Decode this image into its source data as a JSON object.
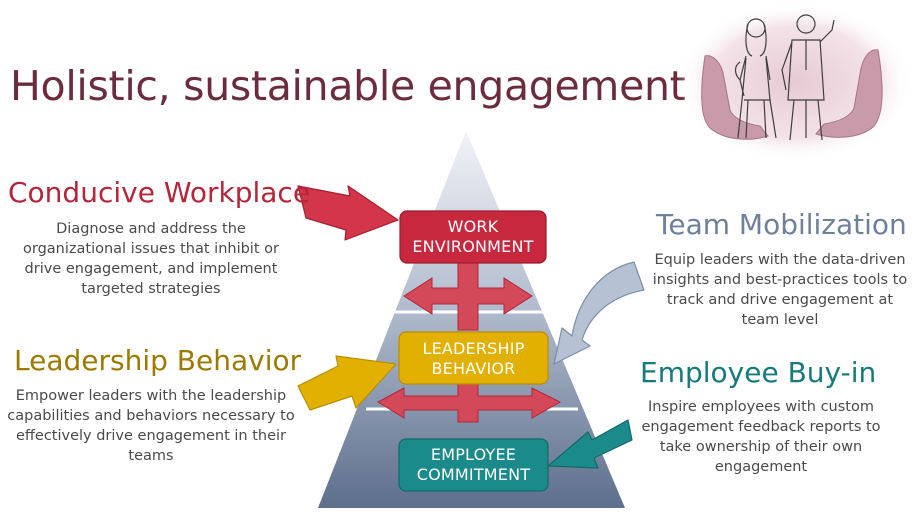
{
  "title": "Holistic, sustainable engagement",
  "colors": {
    "title": "#6b2d3e",
    "work_environment": "#c8283e",
    "leadership_behavior": "#e2b000",
    "employee_commitment": "#1b8a8a",
    "team_mobilization": "#7d8ea8",
    "pyramid": "#5d6f8c"
  },
  "sections": {
    "conducive": {
      "heading": "Conducive Workplace",
      "lines": [
        "Diagnose and address the",
        "organizational issues that inhibit or",
        "drive engagement, and implement",
        "targeted strategies"
      ]
    },
    "leadership": {
      "heading": "Leadership Behavior",
      "lines": [
        "Empower leaders with the leadership",
        "capabilities and behaviors necessary to",
        "effectively drive engagement in their",
        "teams"
      ]
    },
    "team": {
      "heading": "Team Mobilization",
      "lines": [
        "Equip leaders with the data-driven",
        "insights and best-practices tools to",
        "track and drive engagement at",
        "team level"
      ]
    },
    "buyin": {
      "heading": "Employee Buy-in",
      "lines": [
        "Inspire employees with custom",
        "engagement feedback reports to",
        "take ownership of their own",
        "engagement"
      ]
    }
  },
  "pyramid": {
    "top": {
      "line1": "WORK",
      "line2": "ENVIRONMENT"
    },
    "middle": {
      "line1": "LEADERSHIP",
      "line2": "BEHAVIOR"
    },
    "bottom": {
      "line1": "EMPLOYEE",
      "line2": "COMMITMENT"
    }
  },
  "illustration": {
    "icon": "hands-holding-people-icon"
  }
}
